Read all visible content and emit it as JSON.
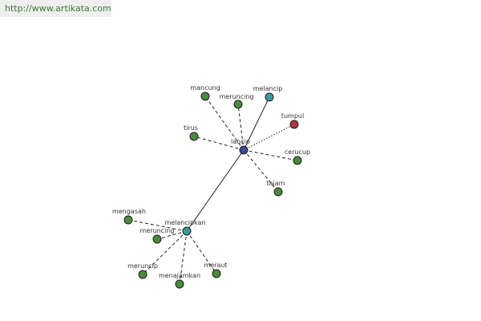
{
  "header": {
    "url": "http://www.artikata.com"
  },
  "colors": {
    "main": "#3d4a9a",
    "hub": "#3a9a9a",
    "synonym": "#4a8a3e",
    "antonym": "#a83a3a"
  },
  "nodes": [
    {
      "id": "lancip",
      "label": "lancip",
      "kind": "main"
    },
    {
      "id": "melancip",
      "label": "melancip",
      "kind": "hub"
    },
    {
      "id": "melancipkan",
      "label": "melancipkan",
      "kind": "hub"
    },
    {
      "id": "mancung",
      "label": "mancung",
      "kind": "synonym"
    },
    {
      "id": "meruncing",
      "label": "meruncing",
      "kind": "synonym"
    },
    {
      "id": "tirus",
      "label": "tirus",
      "kind": "synonym"
    },
    {
      "id": "tumpul",
      "label": "tumpul",
      "kind": "antonym"
    },
    {
      "id": "cerucup",
      "label": "cerucup",
      "kind": "synonym"
    },
    {
      "id": "tajam",
      "label": "tajam",
      "kind": "synonym"
    },
    {
      "id": "mengasah",
      "label": "mengasah",
      "kind": "synonym"
    },
    {
      "id": "meruncing2",
      "label": "meruncing",
      "kind": "synonym"
    },
    {
      "id": "meruncip",
      "label": "meruncip",
      "kind": "synonym"
    },
    {
      "id": "menajamkan",
      "label": "menajamkan",
      "kind": "synonym"
    },
    {
      "id": "meraut",
      "label": "meraut",
      "kind": "synonym"
    }
  ],
  "edges": [
    {
      "from": "lancip",
      "to": "melancip",
      "style": "solid"
    },
    {
      "from": "lancip",
      "to": "melancipkan",
      "style": "solid"
    },
    {
      "from": "lancip",
      "to": "mancung",
      "style": "dashed"
    },
    {
      "from": "lancip",
      "to": "meruncing",
      "style": "dashed"
    },
    {
      "from": "lancip",
      "to": "tirus",
      "style": "dashed"
    },
    {
      "from": "lancip",
      "to": "tumpul",
      "style": "dotted"
    },
    {
      "from": "lancip",
      "to": "cerucup",
      "style": "dashed"
    },
    {
      "from": "lancip",
      "to": "tajam",
      "style": "dashed"
    },
    {
      "from": "melancipkan",
      "to": "mengasah",
      "style": "dashed"
    },
    {
      "from": "melancipkan",
      "to": "meruncing2",
      "style": "dashed"
    },
    {
      "from": "melancipkan",
      "to": "meruncip",
      "style": "dashed"
    },
    {
      "from": "melancipkan",
      "to": "menajamkan",
      "style": "dashed"
    },
    {
      "from": "melancipkan",
      "to": "meraut",
      "style": "dashed"
    }
  ]
}
